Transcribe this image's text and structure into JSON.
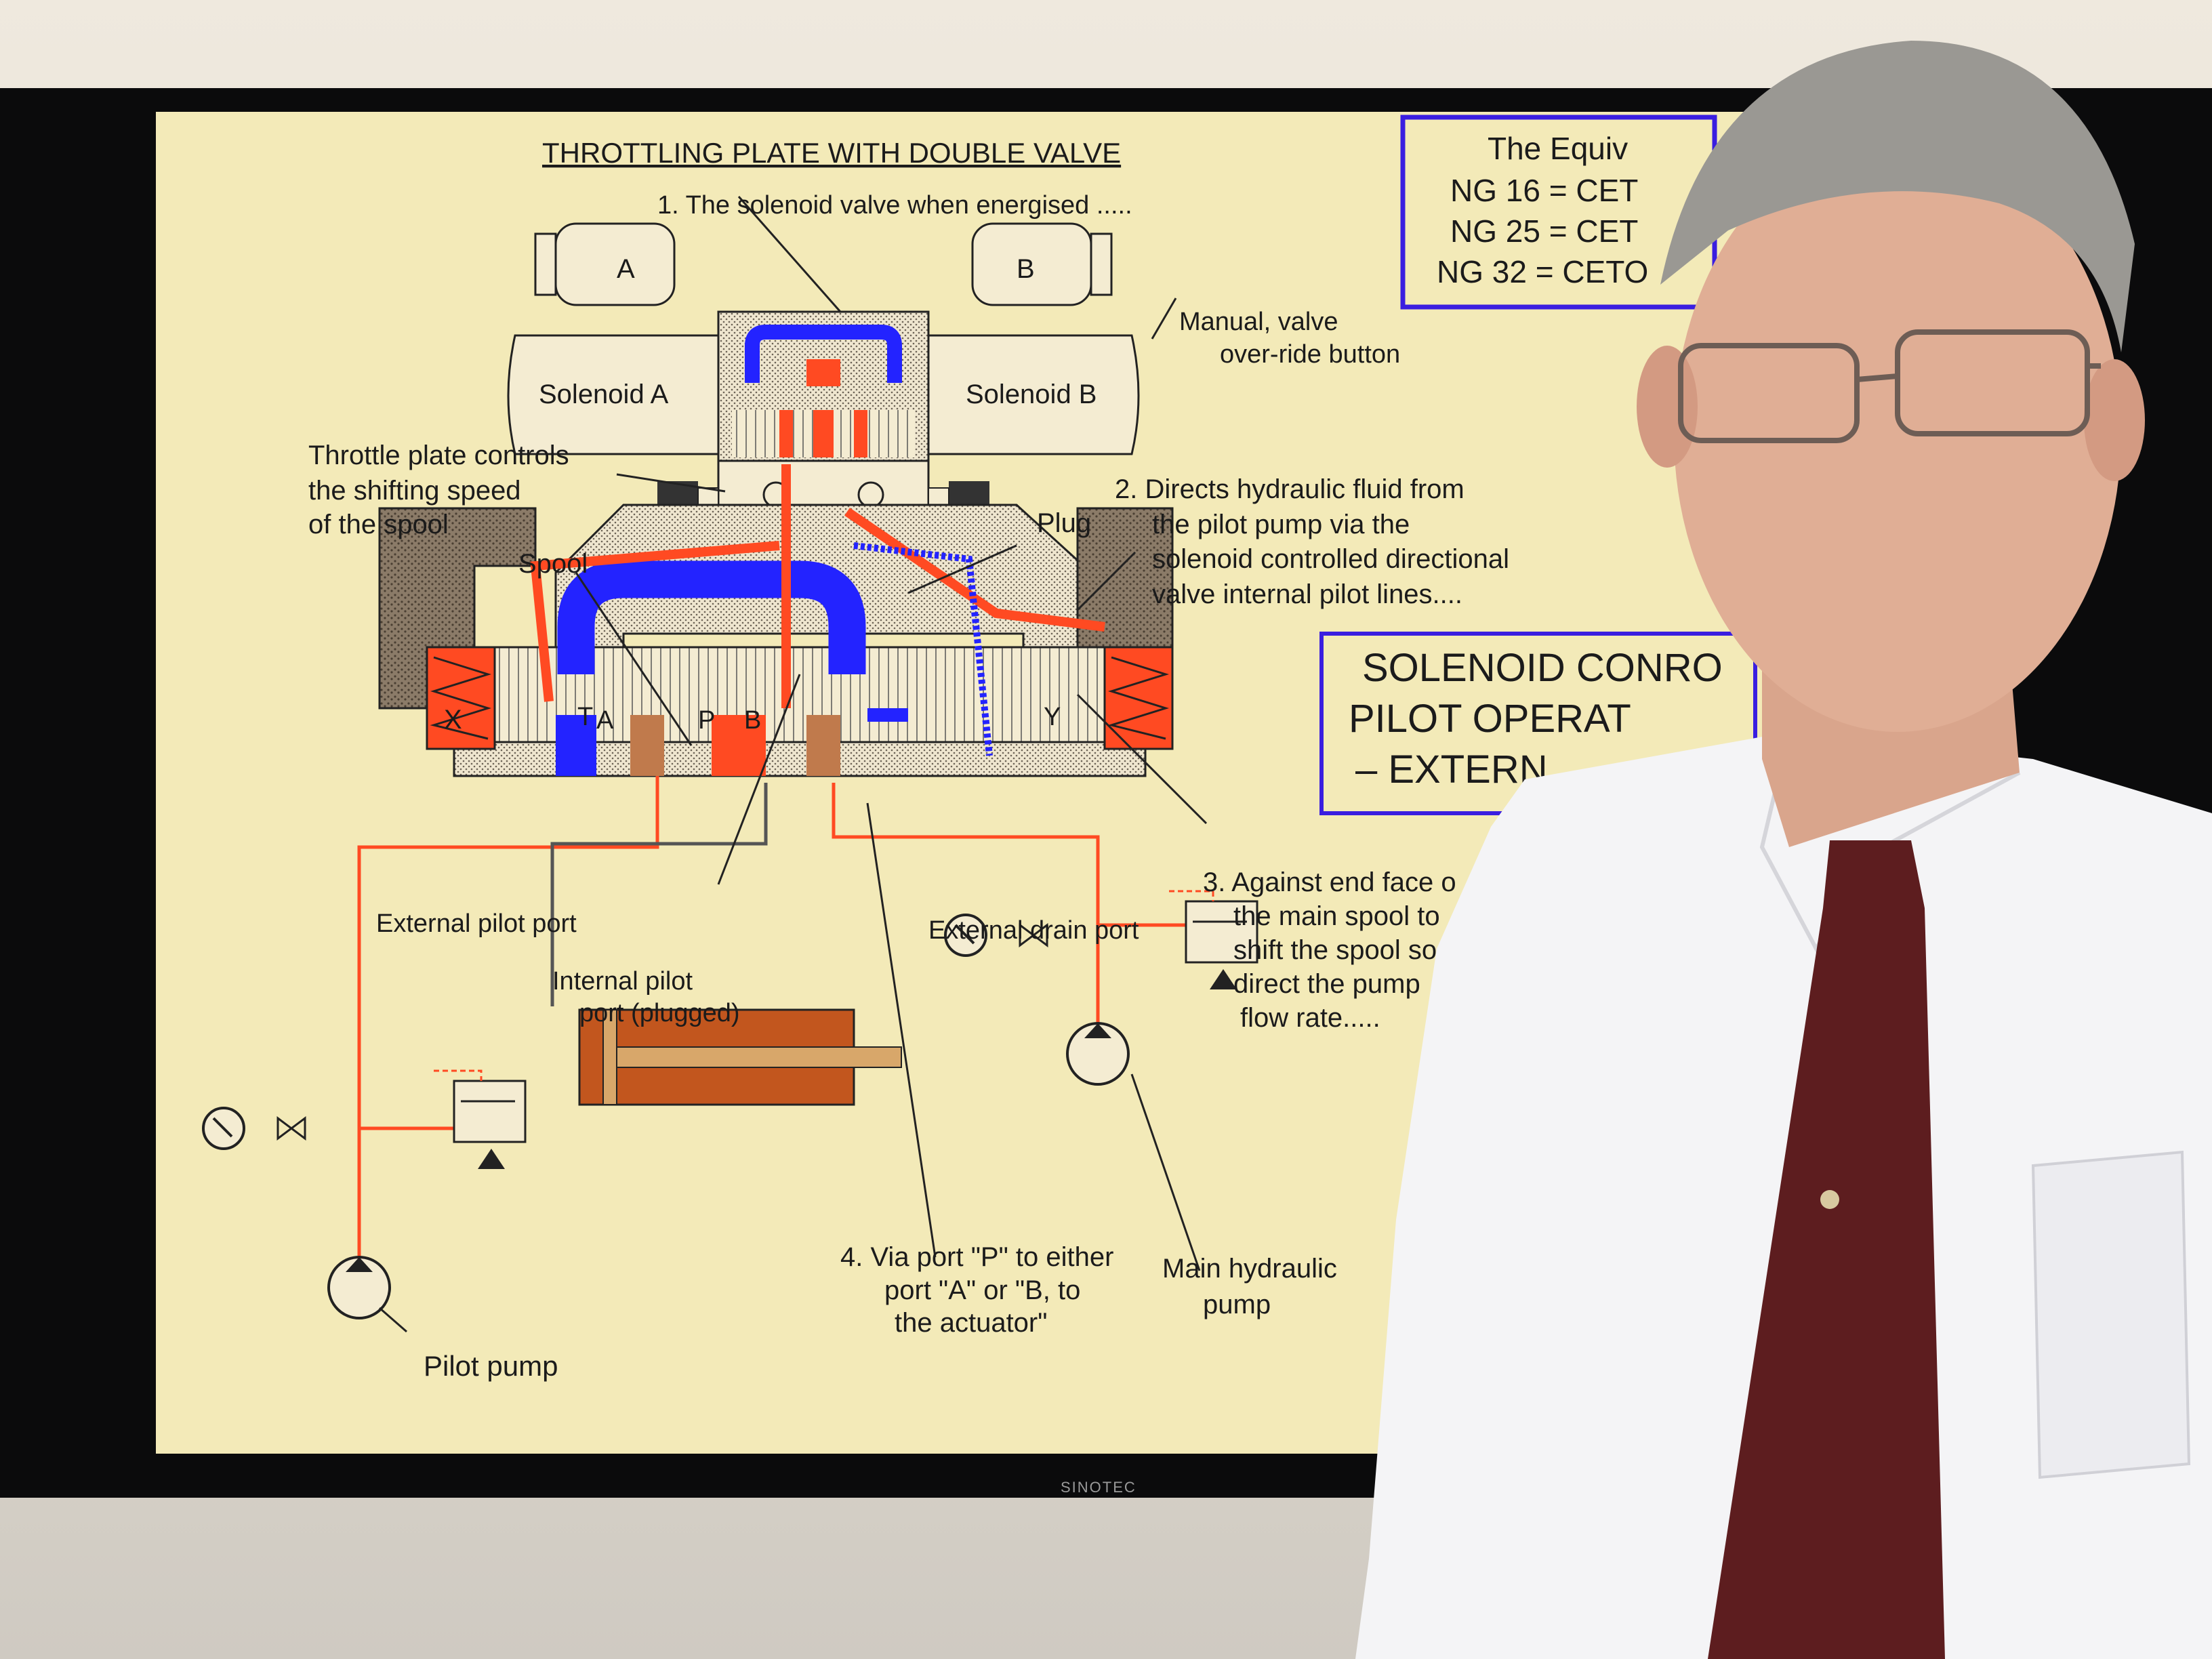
{
  "tv": {
    "brand": "SINOTEC"
  },
  "slide": {
    "title": "THROTTLING PLATE WITH DOUBLE VALVE",
    "equiv_box": {
      "lines": [
        "The Equiv",
        "NG 16 = CET",
        "NG 25 = CET",
        "NG 32 = CETO"
      ]
    },
    "type_box": {
      "lines": [
        "SOLENOID CONRO",
        "PILOT  OPERAT",
        "– EXTERN"
      ]
    },
    "solenoid_a_label": "Solenoid A",
    "solenoid_b_label": "Solenoid B",
    "plug_a": "A",
    "plug_b": "B",
    "ports": {
      "x": "X",
      "t": "T",
      "a": "A",
      "p": "P",
      "b": "B",
      "y": "Y"
    },
    "callouts": {
      "step1": "1. The solenoid valve when energised .....",
      "manual_override": [
        "Manual, valve",
        "over-ride button"
      ],
      "throttle_plate": [
        "Throttle plate controls",
        "the shifting speed",
        "of the spool"
      ],
      "plug": "Plug",
      "spool": "Spool",
      "step2": [
        "2. Directs hydraulic fluid from",
        "the pilot pump via the",
        "solenoid controlled directional",
        "valve internal pilot lines...."
      ],
      "step3": [
        "3. Against end face o",
        "the main spool to",
        "shift the spool so",
        "direct the pump",
        "flow rate....."
      ],
      "external_pilot_port": "External pilot port",
      "external_drain_port": "External drain port",
      "internal_pilot_port": [
        "Internal pilot",
        "port (plugged)"
      ],
      "step4": [
        "4. Via port \"P\" to either",
        "port \"A\" or \"B, to",
        "the actuator\""
      ],
      "main_pump": [
        "Main hydraulic",
        "pump"
      ],
      "pilot_pump": "Pilot pump"
    }
  },
  "colors": {
    "screen_bg": "#f3eab8",
    "pressure_red": "#ff4a22",
    "return_blue": "#2323ff",
    "body_brown": "#8b7b68",
    "cylinder_brown": "#c2561e",
    "box_border": "#3a1ee0"
  }
}
